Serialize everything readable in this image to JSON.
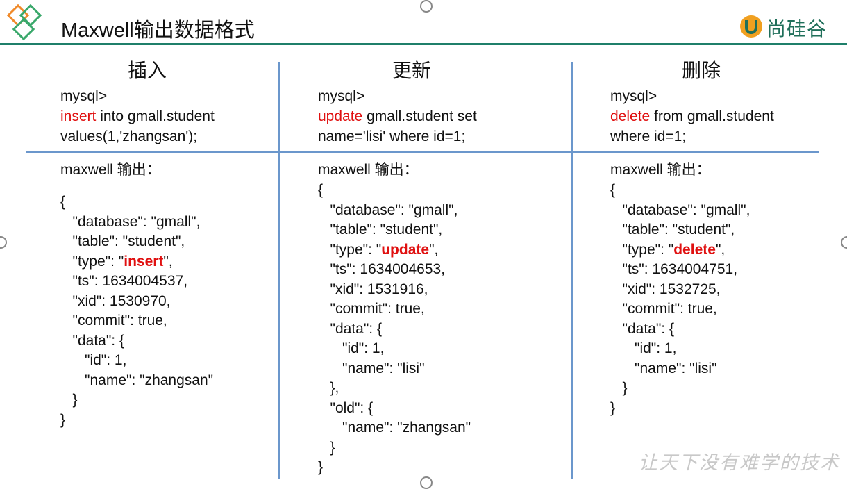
{
  "header": {
    "title": "Maxwell输出数据格式",
    "brand": "尚硅谷",
    "brand_color": "#1f6f5a",
    "accent_line_color": "#1f7f6a",
    "logo_icon": "diamond-logo-icon"
  },
  "columns": [
    {
      "heading": "插入",
      "sql": {
        "prompt": "mysql>",
        "keyword": "insert",
        "line2_rest": " into gmall.student",
        "line3": "values(1,'zhangsan');"
      },
      "output_label": "maxwell 输出：",
      "output_pre": "{\n   \"database\": \"gmall\",\n   \"table\": \"student\",\n   \"type\": \"",
      "output_type": "insert",
      "output_post": "\",\n   \"ts\": 1634004537,\n   \"xid\": 1530970,\n   \"commit\": true,\n   \"data\": {\n      \"id\": 1,\n      \"name\": \"zhangsan\"\n   }\n}"
    },
    {
      "heading": "更新",
      "sql": {
        "prompt": "mysql>",
        "keyword": "update",
        "line2_rest": " gmall.student set",
        "line3": "name='lisi' where id=1;"
      },
      "output_label": "maxwell 输出：",
      "output_pre": "{\n   \"database\": \"gmall\",\n   \"table\": \"student\",\n   \"type\": \"",
      "output_type": "update",
      "output_post": "\",\n   \"ts\": 1634004653,\n   \"xid\": 1531916,\n   \"commit\": true,\n   \"data\": {\n      \"id\": 1,\n      \"name\": \"lisi\"\n   },\n   \"old\": {\n      \"name\": \"zhangsan\"\n   }\n}"
    },
    {
      "heading": "删除",
      "sql": {
        "prompt": "mysql>",
        "keyword": "delete",
        "line2_rest": " from gmall.student",
        "line3": "where id=1;"
      },
      "output_label": "maxwell 输出：",
      "output_pre": "{\n   \"database\": \"gmall\",\n   \"table\": \"student\",\n   \"type\": \"",
      "output_type": "delete",
      "output_post": "\",\n   \"ts\": 1634004751,\n   \"xid\": 1532725,\n   \"commit\": true,\n   \"data\": {\n      \"id\": 1,\n      \"name\": \"lisi\"\n   }\n}"
    }
  ],
  "watermark": "让天下没有难学的技术",
  "colors": {
    "keyword": "#e01010",
    "divider": "#6b97cc"
  }
}
